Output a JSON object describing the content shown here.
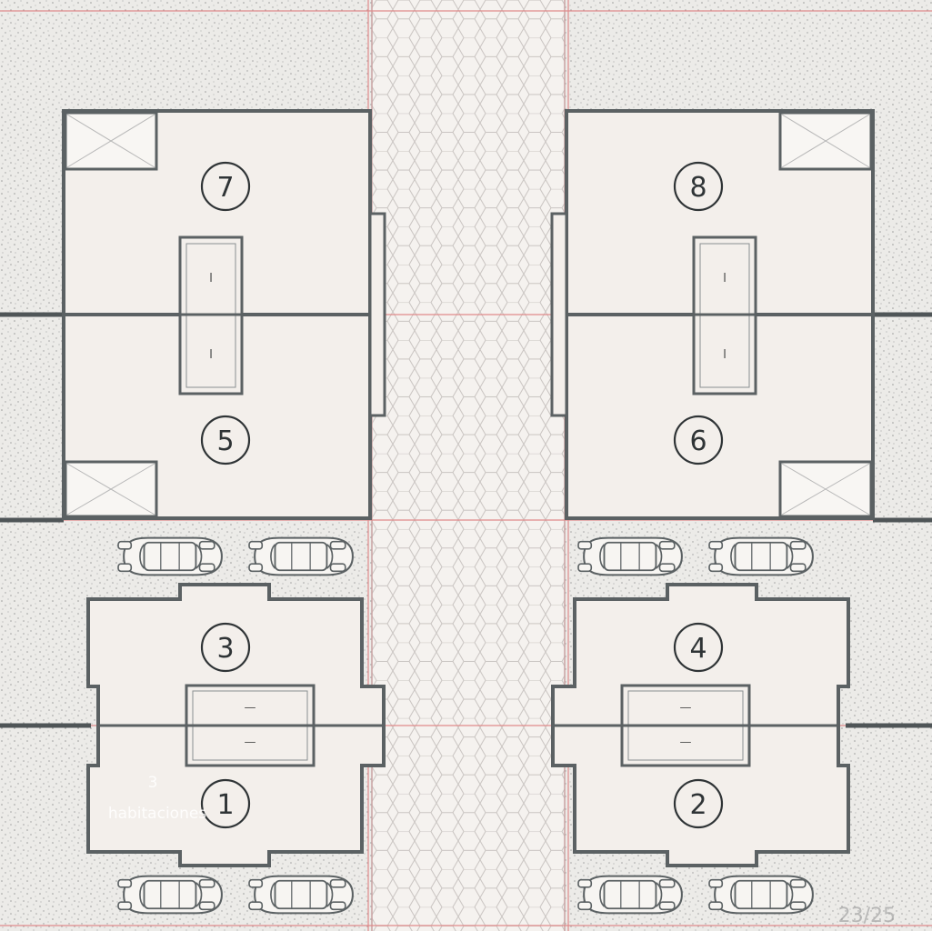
{
  "units": [
    {
      "id": "unit-7",
      "number": "7",
      "bedroom_marker": "I"
    },
    {
      "id": "unit-8",
      "number": "8",
      "bedroom_marker": "I"
    },
    {
      "id": "unit-5",
      "number": "5",
      "bedroom_marker": "I"
    },
    {
      "id": "unit-6",
      "number": "6",
      "bedroom_marker": "I"
    },
    {
      "id": "unit-3",
      "number": "3",
      "bedroom_marker": "—"
    },
    {
      "id": "unit-4",
      "number": "4",
      "bedroom_marker": "—"
    },
    {
      "id": "unit-1",
      "number": "1",
      "bedroom_marker": "—"
    },
    {
      "id": "unit-2",
      "number": "2",
      "bedroom_marker": "—"
    }
  ],
  "watermark": {
    "number": "3",
    "text": "habitaciones"
  },
  "page_counter": "23/25",
  "colors": {
    "background": "#ecebe8",
    "building_fill": "#f3efeb",
    "wall": "#5b6163",
    "red_line": "#e08a8a",
    "road": "#f5f2ef"
  }
}
